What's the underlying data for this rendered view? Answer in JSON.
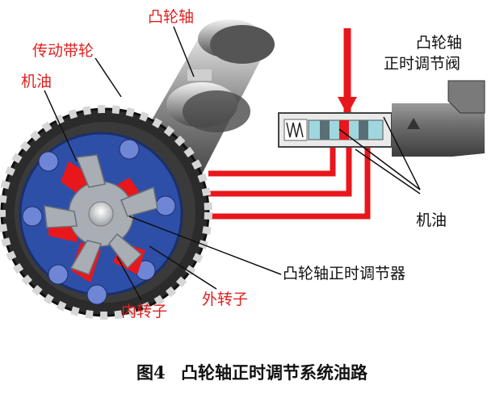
{
  "labels": {
    "camshaft": "凸轮轴",
    "drive_pulley": "传动带轮",
    "oil_left": "机油",
    "valve_line1": "凸轮轴",
    "valve_line2": "正时调节阀",
    "oil_right": "机油",
    "adjuster": "凸轮轴正时调节器",
    "outer_rotor": "外转子",
    "inner_rotor": "内转子"
  },
  "caption": {
    "figure_number": "图4",
    "title": "凸轮轴正时调节系统油路"
  },
  "colors": {
    "label_red": "#e02020",
    "oil_red": "#e8171c",
    "housing_blue": "#2e4fa8",
    "gear_dark": "#2b2b2b",
    "rotor_gray": "#a9aeb4"
  }
}
